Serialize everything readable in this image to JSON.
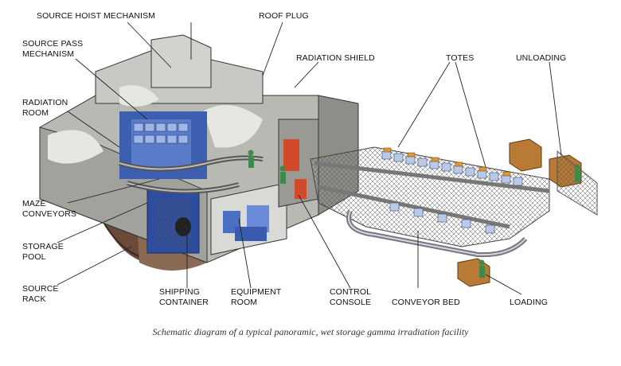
{
  "labels": {
    "source_hoist": "SOURCE HOIST MECHANISM",
    "roof_plug": "ROOF PLUG",
    "source_pass_1": "SOURCE PASS",
    "source_pass_2": "MECHANISM",
    "radiation_shield": "RADIATION SHIELD",
    "totes": "TOTES",
    "unloading": "UNLOADING",
    "radiation_room_1": "RADIATION",
    "radiation_room_2": "ROOM",
    "maze_conveyors_1": "MAZE",
    "maze_conveyors_2": "CONVEYORS",
    "storage_pool_1": "STORAGE",
    "storage_pool_2": "POOL",
    "source_rack_1": "SOURCE",
    "source_rack_2": "RACK",
    "shipping_container_1": "SHIPPING",
    "shipping_container_2": "CONTAINER",
    "equipment_room_1": "EQUIPMENT",
    "equipment_room_2": "ROOM",
    "control_console_1": "CONTROL",
    "control_console_2": "CONSOLE",
    "conveyor_bed": "CONVEYOR BED",
    "loading": "LOADING"
  },
  "caption": "Schematic diagram of a typical panoramic, wet storage gamma irradiation facility"
}
